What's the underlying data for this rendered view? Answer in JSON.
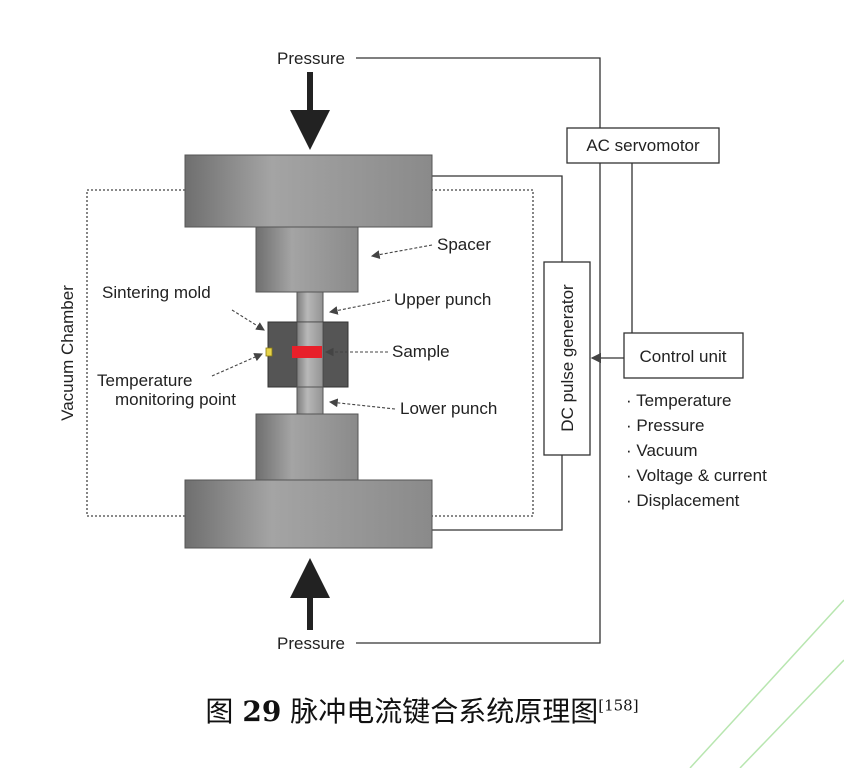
{
  "diagram": {
    "pressure_top": "Pressure",
    "pressure_bottom": "Pressure",
    "ac_servomotor": "AC servomotor",
    "dc_pulse_generator": "DC pulse generator",
    "control_unit": "Control unit",
    "vacuum_chamber": "Vacuum Chamber",
    "spacer": "Spacer",
    "upper_punch": "Upper punch",
    "lower_punch": "Lower punch",
    "sample": "Sample",
    "sintering_mold": "Sintering mold",
    "temp_point_line1": "Temperature",
    "temp_point_line2": "monitoring point",
    "control_items": [
      "Temperature",
      "Pressure",
      "Vacuum",
      "Voltage & current",
      "Displacement"
    ]
  },
  "caption": {
    "prefix": "图",
    "number": "29",
    "text": "脉冲电流键合系统原理图",
    "ref": "[158]"
  },
  "colors": {
    "sample": "#e8202a",
    "temp_point": "#e6d34a",
    "decor_line": "#b8e6b0"
  }
}
